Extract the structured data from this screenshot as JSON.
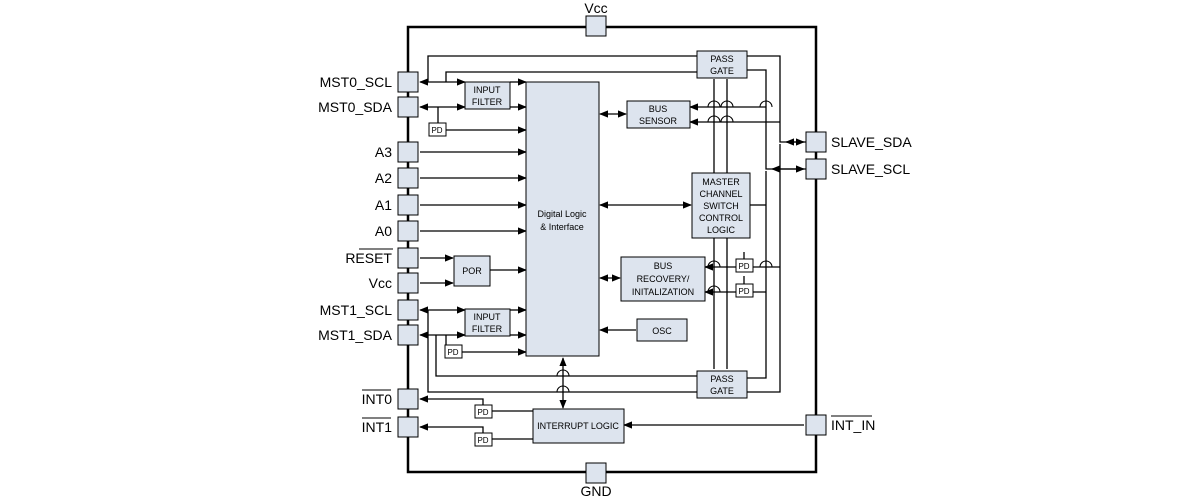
{
  "pins": {
    "vcc_top": "Vcc",
    "gnd": "GND",
    "mst0_scl": "MST0_SCL",
    "mst0_sda": "MST0_SDA",
    "a3": "A3",
    "a2": "A2",
    "a1": "A1",
    "a0": "A0",
    "reset": "RESET",
    "vcc_left": "Vcc",
    "mst1_scl": "MST1_SCL",
    "mst1_sda": "MST1_SDA",
    "int0": "INT0",
    "int1": "INT1",
    "slave_sda": "SLAVE_SDA",
    "slave_scl": "SLAVE_SCL",
    "int_in": "INT_IN"
  },
  "blocks": {
    "pass_gate_top": [
      "PASS",
      "GATE"
    ],
    "pass_gate_bottom": [
      "PASS",
      "GATE"
    ],
    "input_filter_top": [
      "INPUT",
      "FILTER"
    ],
    "input_filter_bottom": [
      "INPUT",
      "FILTER"
    ],
    "digital_logic": [
      "Digital Logic",
      "& Interface"
    ],
    "bus_sensor": [
      "BUS",
      "SENSOR"
    ],
    "master_switch": [
      "MASTER",
      "CHANNEL",
      "SWITCH",
      "CONTROL",
      "LOGIC"
    ],
    "bus_recovery": [
      "BUS",
      "RECOVERY/",
      "INITALIZATION"
    ],
    "por": [
      "POR"
    ],
    "osc": [
      "OSC"
    ],
    "interrupt_logic": [
      "INTERRUPT LOGIC"
    ],
    "pd": "PD"
  },
  "colors": {
    "block_fill": "#dde4ee",
    "line": "#000000"
  }
}
